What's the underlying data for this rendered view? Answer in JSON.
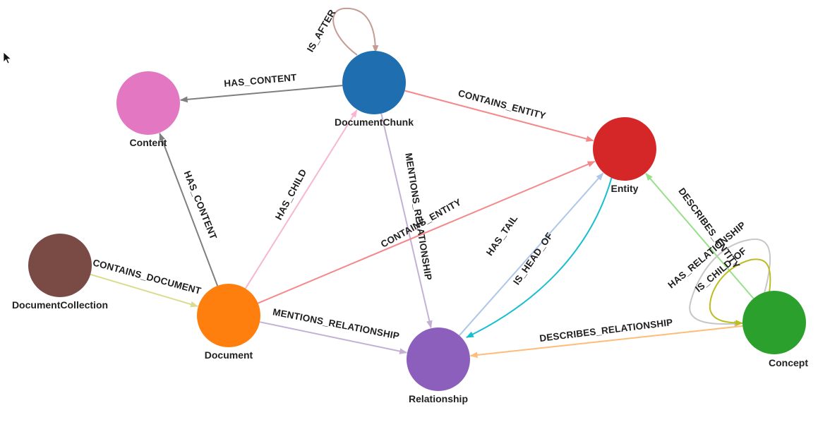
{
  "nodes": [
    {
      "id": "content",
      "label": "Content",
      "color": "#e377c2"
    },
    {
      "id": "chunk",
      "label": "DocumentChunk",
      "color": "#1f6fb0"
    },
    {
      "id": "entity",
      "label": "Entity",
      "color": "#d62728"
    },
    {
      "id": "collection",
      "label": "DocumentCollection",
      "color": "#7a4b45"
    },
    {
      "id": "document",
      "label": "Document",
      "color": "#ff7f0e"
    },
    {
      "id": "relationship",
      "label": "Relationship",
      "color": "#8c5fbd"
    },
    {
      "id": "concept",
      "label": "Concept",
      "color": "#2ca02c"
    }
  ],
  "edges": [
    {
      "id": "e-is-after",
      "source": "chunk",
      "target": "chunk",
      "label": "IS_AFTER",
      "color": "#c49c94"
    },
    {
      "id": "e-chunk-content",
      "source": "chunk",
      "target": "content",
      "label": "HAS_CONTENT",
      "color": "#7f7f7f"
    },
    {
      "id": "e-chunk-entity",
      "source": "chunk",
      "target": "entity",
      "label": "CONTAINS_ENTITY",
      "color": "#f4888a"
    },
    {
      "id": "e-chunk-rel",
      "source": "chunk",
      "target": "relationship",
      "label": "MENTIONS_RELATIONSHIP",
      "color": "#c5b0d5"
    },
    {
      "id": "e-doc-content",
      "source": "document",
      "target": "content",
      "label": "HAS_CONTENT",
      "color": "#7f7f7f"
    },
    {
      "id": "e-doc-chunk",
      "source": "document",
      "target": "chunk",
      "label": "HAS_CHILD",
      "color": "#f7b6d2"
    },
    {
      "id": "e-doc-entity",
      "source": "document",
      "target": "entity",
      "label": "CONTAINS_ENTITY",
      "color": "#f4888a"
    },
    {
      "id": "e-doc-rel",
      "source": "document",
      "target": "relationship",
      "label": "MENTIONS_RELATIONSHIP",
      "color": "#c5b0d5"
    },
    {
      "id": "e-coll-doc",
      "source": "collection",
      "target": "document",
      "label": "CONTAINS_DOCUMENT",
      "color": "#dbdb8d"
    },
    {
      "id": "e-rel-tail",
      "source": "relationship",
      "target": "entity",
      "label": "HAS_TAIL",
      "color": "#aec7e8"
    },
    {
      "id": "e-entity-head",
      "source": "entity",
      "target": "relationship",
      "label": "IS_HEAD_OF",
      "color": "#17becf"
    },
    {
      "id": "e-concept-entity",
      "source": "concept",
      "target": "entity",
      "label": "DESCRIBES_ENTITY",
      "color": "#98df8a"
    },
    {
      "id": "e-concept-rel",
      "source": "concept",
      "target": "relationship",
      "label": "DESCRIBES_RELATIONSHIP",
      "color": "#ffbb78"
    },
    {
      "id": "e-concept-hasrel",
      "source": "concept",
      "target": "concept",
      "label": "HAS_RELATIONSHIP",
      "color": "#c7c7c7"
    },
    {
      "id": "e-concept-child",
      "source": "concept",
      "target": "concept",
      "label": "IS_CHILD_OF",
      "color": "#bcbd22"
    }
  ]
}
